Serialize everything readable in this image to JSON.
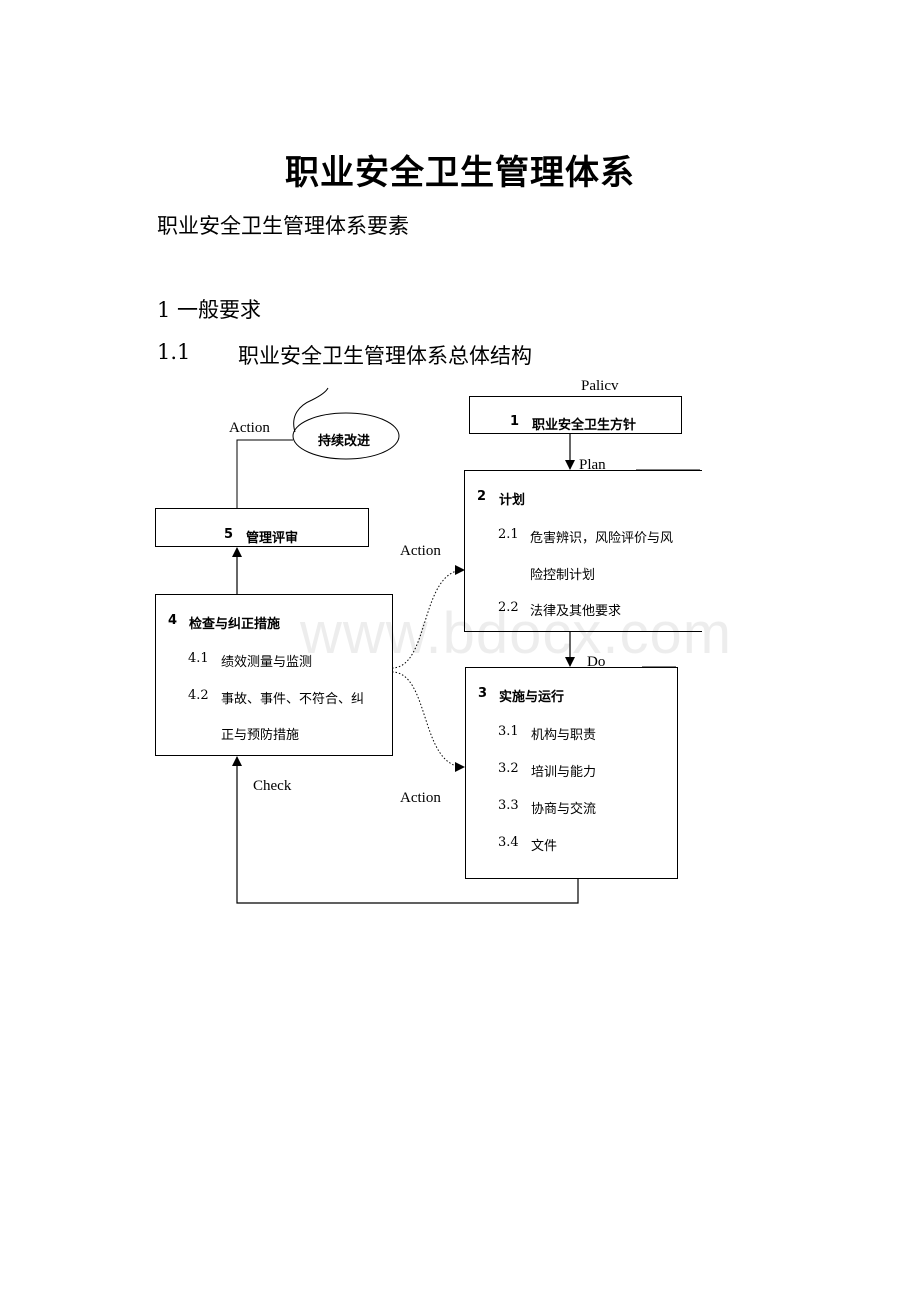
{
  "doc": {
    "title": "职业安全卫生管理体系",
    "subtitle": "职业安全卫生管理体系要素",
    "section1": "1 一般要求",
    "section11_num": "1.1",
    "section11_text": "职业安全卫生管理体系总体结构"
  },
  "diagram": {
    "label_policy": "Palicv",
    "label_plan": "Plan",
    "label_do": "Do",
    "label_check": "Check",
    "label_action_top": "Action",
    "label_action_mid": "Action",
    "label_action_bottom": "Action",
    "continuous_improvement": "持续改进",
    "box1": {
      "num": "1",
      "title": "职业安全卫生方针"
    },
    "box2": {
      "num": "2",
      "title": "计划",
      "items": [
        {
          "num": "2.1",
          "text": "危害辨识，风险评价与风",
          "cont": "险控制计划"
        },
        {
          "num": "2.2",
          "text": "法律及其他要求"
        }
      ]
    },
    "box3": {
      "num": "3",
      "title": "实施与运行",
      "items": [
        {
          "num": "3.1",
          "text": "机构与职责"
        },
        {
          "num": "3.2",
          "text": "培训与能力"
        },
        {
          "num": "3.3",
          "text": "协商与交流"
        },
        {
          "num": "3.4",
          "text": "文件"
        }
      ]
    },
    "box4": {
      "num": "4",
      "title": "检查与纠正措施",
      "items": [
        {
          "num": "4.1",
          "text": "绩效测量与监测"
        },
        {
          "num": "4.2",
          "text": "事故、事件、不符合、纠",
          "cont": "正与预防措施"
        }
      ]
    },
    "box5": {
      "num": "5",
      "title": "管理评审"
    }
  },
  "watermark": "www.bdocx.com"
}
